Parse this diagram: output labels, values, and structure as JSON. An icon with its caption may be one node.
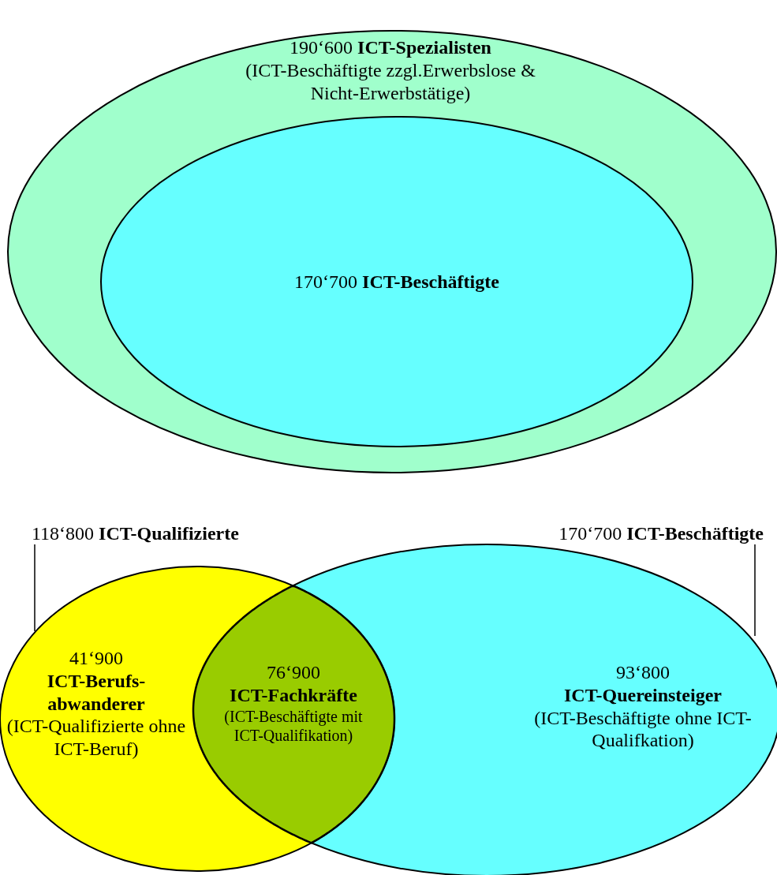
{
  "diagram": {
    "nodes": [
      {
        "text": [
          "190‘600 **ICT-Spezialisten**",
          "(ICT-Beschäftigte zzgl.Erwerbslose & Nicht-Erwerbstätige)"
        ]
      },
      {
        "text": [
          "170‘700 **ICT-Beschäftigte**"
        ],
        "in": 0
      },
      {
        "text": [
          "118‘800 **ICT-Qualifizierte**",
          "41‘900",
          "ICT-Berufs- abwanderer",
          "(ICT-Qualifizierte ohne ICT-Beruf)"
        ]
      },
      {
        "text": [
          "170‘700 **ICT-Beschäftigte**",
          "93‘800",
          "ICT-Quereinsteiger",
          "(ICT-Beschäftigte ohne ICT-Qualifkation)"
        ]
      },
      {
        "text": [
          "76‘900",
          "ICT-Fachkräfte",
          "(ICT-Beschäftigte mit ICT-Qualifikation)"
        ]
      }
    ]
  }
}
